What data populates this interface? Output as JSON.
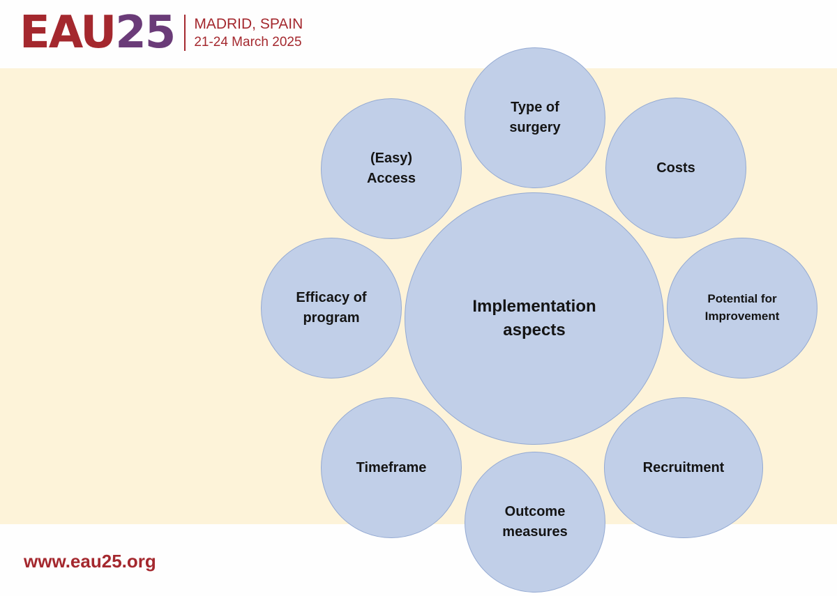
{
  "logo": {
    "eau": "EAU",
    "num": "25",
    "city": "MADRID, SPAIN",
    "dates": "21-24 March 2025"
  },
  "footer": {
    "url": "www.eau25.org"
  },
  "diagram": {
    "center": "Implementation\naspects",
    "nodes": {
      "type_of_surgery": "Type of\nsurgery",
      "easy_access": "(Easy)\nAccess",
      "costs": "Costs",
      "efficacy_of_program": "Efficacy of\nprogram",
      "potential_for_improvement": "Potential for\nImprovement",
      "timeframe": "Timeframe",
      "recruitment": "Recruitment",
      "outcome_measures": "Outcome\nmeasures"
    }
  },
  "colors": {
    "brand_red": "#a4282e",
    "brand_purple": "#6a3b78",
    "circle_fill": "#c1cfe8",
    "circle_border": "#93a9d2",
    "band": "#fdf3d9"
  }
}
